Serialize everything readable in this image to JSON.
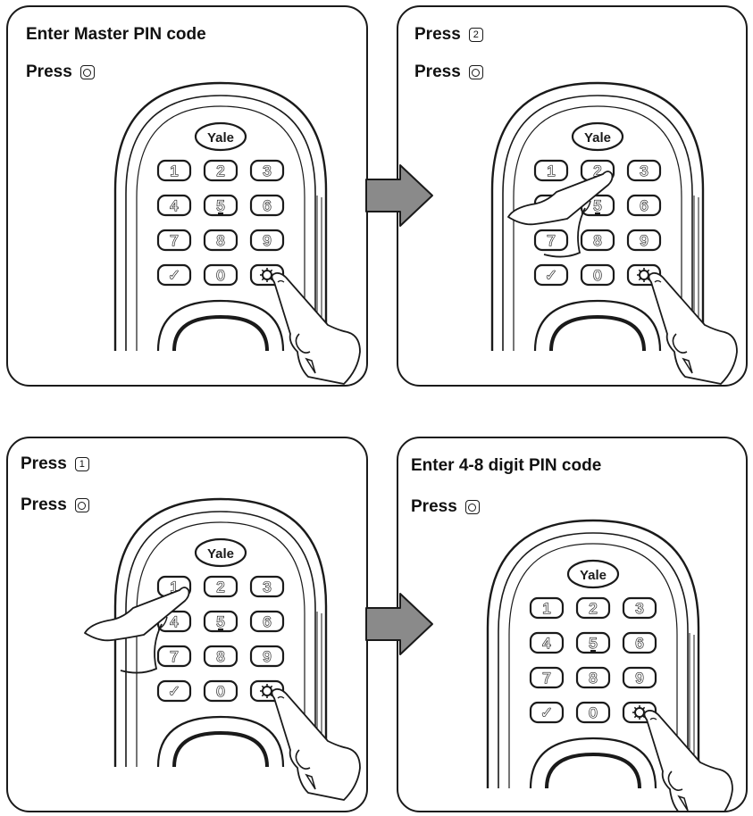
{
  "panels": [
    {
      "heading": "Enter Master PIN code",
      "steps": [
        {
          "label": "Press",
          "key": "gear"
        }
      ]
    },
    {
      "heading": "",
      "steps": [
        {
          "label": "Press",
          "key": "2"
        },
        {
          "label": "Press",
          "key": "gear"
        }
      ]
    },
    {
      "heading": "",
      "steps": [
        {
          "label": "Press",
          "key": "1"
        },
        {
          "label": "Press",
          "key": "gear"
        }
      ]
    },
    {
      "heading": "Enter 4-8 digit PIN code",
      "steps": [
        {
          "label": "Press",
          "key": "gear"
        }
      ]
    }
  ],
  "keypad": {
    "logo": "Yale",
    "keys": [
      "1",
      "2",
      "3",
      "4",
      "5",
      "6",
      "7",
      "8",
      "9",
      "✓",
      "0",
      "⚙"
    ]
  },
  "arrow_color": "#8a8a8a"
}
